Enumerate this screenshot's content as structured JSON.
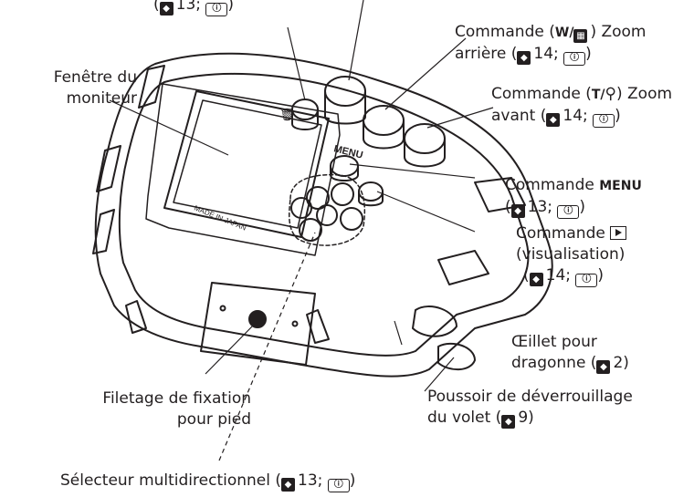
{
  "labels": {
    "top_ref": {
      "before": "(",
      "ref_num": "13; ",
      "after": ")"
    },
    "zoom_out": {
      "line1_pre": "Commande (",
      "line1_key": "W/",
      "line1_post": ") Zoom",
      "line2_pre": "arrière (",
      "ref_num": "14; ",
      "line2_post": ")"
    },
    "monitor": {
      "line1": "Fenêtre du",
      "line2": "moniteur"
    },
    "zoom_in": {
      "line1_pre": "Commande (",
      "line1_key": "T/",
      "line1_post": ") Zoom",
      "line2_pre": "avant (",
      "ref_num": "14; ",
      "line2_post": ")"
    },
    "menu": {
      "line1_pre": "Commande ",
      "line1_key": "MENU",
      "line2_pre": "(",
      "ref_num": "13; ",
      "line2_post": ")"
    },
    "playback": {
      "line1": "Commande",
      "line2": "(visualisation)",
      "line3_pre": "(",
      "ref_num": "14; ",
      "line3_post": ")"
    },
    "strap": {
      "line1": "Œillet pour",
      "line2_pre": "dragonne (",
      "ref_num": "2",
      "line2_post": ")"
    },
    "tripod": {
      "line1": "Filetage de fixation",
      "line2": "pour pied"
    },
    "latch": {
      "line1": "Poussoir de déverrouillage",
      "line2_pre": "du volet (",
      "ref_num": "9",
      "line2_post": ")"
    },
    "multiselector": {
      "pre": "Sélecteur multidirectionnel (",
      "ref_num": "13; ",
      "post": ")"
    }
  },
  "housing_text": {
    "made_in": "MADE IN JAPAN",
    "menu": "MENU"
  },
  "icons": {
    "page_ref": "page-reference-icon",
    "manual": "manual-reference-icon",
    "trash": "trash-icon",
    "play": "play-icon",
    "zoom_in": "magnifier-icon"
  }
}
